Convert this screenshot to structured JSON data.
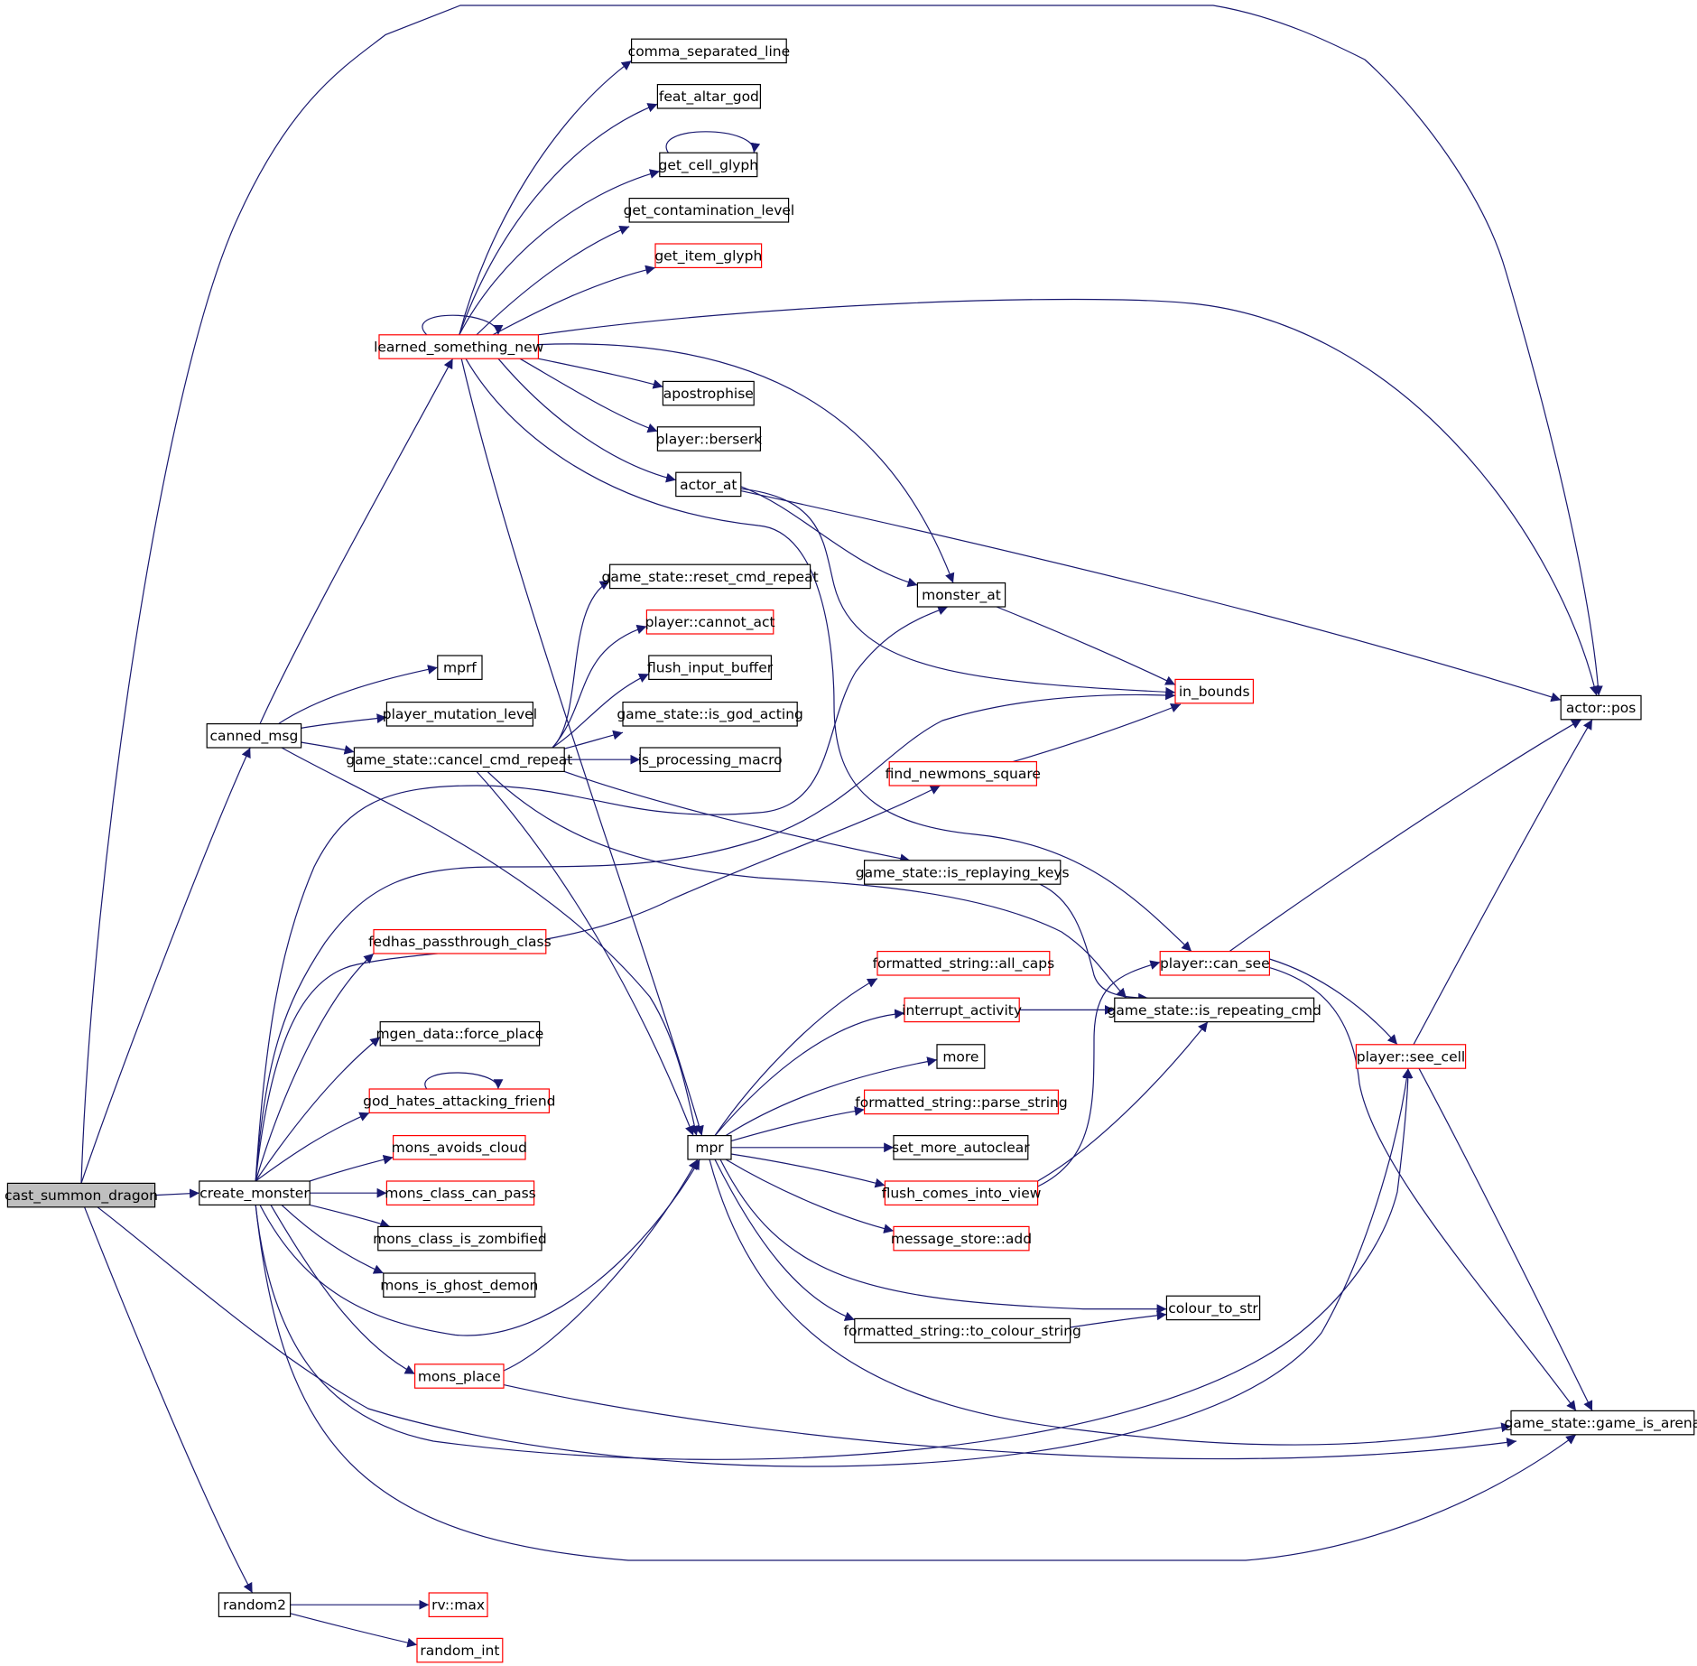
{
  "graph": {
    "nodes": [
      {
        "id": "cast_summon_dragon",
        "label": "cast_summon_dragon",
        "style": "root"
      },
      {
        "id": "canned_msg",
        "label": "canned_msg",
        "style": "black"
      },
      {
        "id": "create_monster",
        "label": "create_monster",
        "style": "black"
      },
      {
        "id": "random2",
        "label": "random2",
        "style": "black"
      },
      {
        "id": "learned_something_new",
        "label": "learned_something_new",
        "style": "red"
      },
      {
        "id": "mprf",
        "label": "mprf",
        "style": "black"
      },
      {
        "id": "player_mutation_level",
        "label": "player_mutation_level",
        "style": "black"
      },
      {
        "id": "cancel_cmd_repeat",
        "label": "game_state::cancel_cmd_repeat",
        "style": "black"
      },
      {
        "id": "fedhas_passthrough_class",
        "label": "fedhas_passthrough_class",
        "style": "red"
      },
      {
        "id": "force_place",
        "label": "mgen_data::force_place",
        "style": "black"
      },
      {
        "id": "god_hates_attacking_friend",
        "label": "god_hates_attacking_friend",
        "style": "red"
      },
      {
        "id": "mons_avoids_cloud",
        "label": "mons_avoids_cloud",
        "style": "red"
      },
      {
        "id": "mons_class_can_pass",
        "label": "mons_class_can_pass",
        "style": "red"
      },
      {
        "id": "mons_class_is_zombified",
        "label": "mons_class_is_zombified",
        "style": "black"
      },
      {
        "id": "mons_is_ghost_demon",
        "label": "mons_is_ghost_demon",
        "style": "black"
      },
      {
        "id": "mons_place",
        "label": "mons_place",
        "style": "red"
      },
      {
        "id": "rv_max",
        "label": "rv::max",
        "style": "red"
      },
      {
        "id": "random_int",
        "label": "random_int",
        "style": "red"
      },
      {
        "id": "comma_separated_line",
        "label": "comma_separated_line",
        "style": "black"
      },
      {
        "id": "feat_altar_god",
        "label": "feat_altar_god",
        "style": "black"
      },
      {
        "id": "get_cell_glyph",
        "label": "get_cell_glyph",
        "style": "black"
      },
      {
        "id": "get_contamination_level",
        "label": "get_contamination_level",
        "style": "black"
      },
      {
        "id": "get_item_glyph",
        "label": "get_item_glyph",
        "style": "red"
      },
      {
        "id": "apostrophise",
        "label": "apostrophise",
        "style": "black"
      },
      {
        "id": "player_berserk",
        "label": "player::berserk",
        "style": "black"
      },
      {
        "id": "actor_at",
        "label": "actor_at",
        "style": "black"
      },
      {
        "id": "reset_cmd_repeat",
        "label": "game_state::reset_cmd_repeat",
        "style": "black"
      },
      {
        "id": "player_cannot_act",
        "label": "player::cannot_act",
        "style": "red"
      },
      {
        "id": "flush_input_buffer",
        "label": "flush_input_buffer",
        "style": "black"
      },
      {
        "id": "is_god_acting",
        "label": "game_state::is_god_acting",
        "style": "black"
      },
      {
        "id": "is_processing_macro",
        "label": "is_processing_macro",
        "style": "black"
      },
      {
        "id": "mpr",
        "label": "mpr",
        "style": "black"
      },
      {
        "id": "monster_at",
        "label": "monster_at",
        "style": "black"
      },
      {
        "id": "find_newmons_square",
        "label": "find_newmons_square",
        "style": "red"
      },
      {
        "id": "is_replaying_keys",
        "label": "game_state::is_replaying_keys",
        "style": "black"
      },
      {
        "id": "all_caps",
        "label": "formatted_string::all_caps",
        "style": "red"
      },
      {
        "id": "interrupt_activity",
        "label": "interrupt_activity",
        "style": "red"
      },
      {
        "id": "more",
        "label": "more",
        "style": "black"
      },
      {
        "id": "parse_string",
        "label": "formatted_string::parse_string",
        "style": "red"
      },
      {
        "id": "set_more_autoclear",
        "label": "set_more_autoclear",
        "style": "black"
      },
      {
        "id": "flush_comes_into_view",
        "label": "flush_comes_into_view",
        "style": "red"
      },
      {
        "id": "message_store_add",
        "label": "message_store::add",
        "style": "red"
      },
      {
        "id": "to_colour_string",
        "label": "formatted_string::to_colour_string",
        "style": "black"
      },
      {
        "id": "colour_to_str",
        "label": "colour_to_str",
        "style": "black"
      },
      {
        "id": "in_bounds",
        "label": "in_bounds",
        "style": "red"
      },
      {
        "id": "player_can_see",
        "label": "player::can_see",
        "style": "red"
      },
      {
        "id": "is_repeating_cmd",
        "label": "game_state::is_repeating_cmd",
        "style": "black"
      },
      {
        "id": "player_see_cell",
        "label": "player::see_cell",
        "style": "red"
      },
      {
        "id": "actor_pos",
        "label": "actor::pos",
        "style": "black"
      },
      {
        "id": "game_is_arena",
        "label": "game_state::game_is_arena",
        "style": "black"
      }
    ],
    "edges": [
      [
        "cast_summon_dragon",
        "canned_msg"
      ],
      [
        "cast_summon_dragon",
        "create_monster"
      ],
      [
        "cast_summon_dragon",
        "random2"
      ],
      [
        "cast_summon_dragon",
        "actor_pos"
      ],
      [
        "cast_summon_dragon",
        "player_see_cell"
      ],
      [
        "canned_msg",
        "learned_something_new"
      ],
      [
        "canned_msg",
        "mprf"
      ],
      [
        "canned_msg",
        "player_mutation_level"
      ],
      [
        "canned_msg",
        "cancel_cmd_repeat"
      ],
      [
        "canned_msg",
        "mpr"
      ],
      [
        "create_monster",
        "fedhas_passthrough_class"
      ],
      [
        "create_monster",
        "force_place"
      ],
      [
        "create_monster",
        "god_hates_attacking_friend"
      ],
      [
        "create_monster",
        "mons_avoids_cloud"
      ],
      [
        "create_monster",
        "mons_class_can_pass"
      ],
      [
        "create_monster",
        "mons_class_is_zombified"
      ],
      [
        "create_monster",
        "mons_is_ghost_demon"
      ],
      [
        "create_monster",
        "mons_place"
      ],
      [
        "create_monster",
        "mpr"
      ],
      [
        "create_monster",
        "find_newmons_square"
      ],
      [
        "create_monster",
        "monster_at"
      ],
      [
        "create_monster",
        "in_bounds"
      ],
      [
        "create_monster",
        "player_can_see"
      ],
      [
        "create_monster",
        "game_is_arena"
      ],
      [
        "random2",
        "rv_max"
      ],
      [
        "random2",
        "random_int"
      ],
      [
        "learned_something_new",
        "learned_something_new"
      ],
      [
        "learned_something_new",
        "comma_separated_line"
      ],
      [
        "learned_something_new",
        "feat_altar_god"
      ],
      [
        "learned_something_new",
        "get_cell_glyph"
      ],
      [
        "learned_something_new",
        "get_contamination_level"
      ],
      [
        "learned_something_new",
        "get_item_glyph"
      ],
      [
        "learned_something_new",
        "apostrophise"
      ],
      [
        "learned_something_new",
        "player_berserk"
      ],
      [
        "learned_something_new",
        "actor_at"
      ],
      [
        "learned_something_new",
        "actor_pos"
      ],
      [
        "learned_something_new",
        "monster_at"
      ],
      [
        "learned_something_new",
        "mpr"
      ],
      [
        "learned_something_new",
        "player_can_see"
      ],
      [
        "get_cell_glyph",
        "get_cell_glyph"
      ],
      [
        "god_hates_attacking_friend",
        "god_hates_attacking_friend"
      ],
      [
        "actor_at",
        "monster_at"
      ],
      [
        "actor_at",
        "in_bounds"
      ],
      [
        "actor_at",
        "actor_pos"
      ],
      [
        "cancel_cmd_repeat",
        "reset_cmd_repeat"
      ],
      [
        "cancel_cmd_repeat",
        "player_cannot_act"
      ],
      [
        "cancel_cmd_repeat",
        "flush_input_buffer"
      ],
      [
        "cancel_cmd_repeat",
        "is_god_acting"
      ],
      [
        "cancel_cmd_repeat",
        "is_processing_macro"
      ],
      [
        "cancel_cmd_repeat",
        "is_replaying_keys"
      ],
      [
        "cancel_cmd_repeat",
        "is_repeating_cmd"
      ],
      [
        "cancel_cmd_repeat",
        "mpr"
      ],
      [
        "mons_place",
        "mpr"
      ],
      [
        "mons_place",
        "game_is_arena"
      ],
      [
        "mpr",
        "all_caps"
      ],
      [
        "mpr",
        "interrupt_activity"
      ],
      [
        "mpr",
        "more"
      ],
      [
        "mpr",
        "parse_string"
      ],
      [
        "mpr",
        "set_more_autoclear"
      ],
      [
        "mpr",
        "flush_comes_into_view"
      ],
      [
        "mpr",
        "message_store_add"
      ],
      [
        "mpr",
        "to_colour_string"
      ],
      [
        "mpr",
        "colour_to_str"
      ],
      [
        "mpr",
        "game_is_arena"
      ],
      [
        "monster_at",
        "in_bounds"
      ],
      [
        "find_newmons_square",
        "in_bounds"
      ],
      [
        "is_replaying_keys",
        "is_repeating_cmd"
      ],
      [
        "interrupt_activity",
        "is_repeating_cmd"
      ],
      [
        "flush_comes_into_view",
        "player_can_see"
      ],
      [
        "flush_comes_into_view",
        "is_repeating_cmd"
      ],
      [
        "to_colour_string",
        "colour_to_str"
      ],
      [
        "player_can_see",
        "actor_pos"
      ],
      [
        "player_can_see",
        "player_see_cell"
      ],
      [
        "player_can_see",
        "game_is_arena"
      ],
      [
        "player_see_cell",
        "actor_pos"
      ],
      [
        "player_see_cell",
        "game_is_arena"
      ]
    ]
  },
  "colors": {
    "edge": "#191970",
    "node_border": "#000000",
    "highlight_border": "#ff0000",
    "root_fill": "#bfbfbf"
  }
}
